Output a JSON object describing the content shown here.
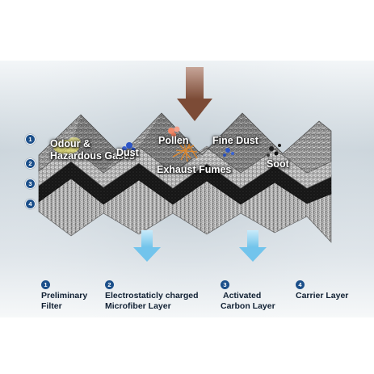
{
  "particles": {
    "odour": "Odour &",
    "hazardous": "Hazardous Gases",
    "dust": "Dust",
    "pollen": "Pollen",
    "fine_dust": "Fine Dust",
    "exhaust": "Exhaust Fumes",
    "soot": "Soot"
  },
  "layer_numbers": [
    "1",
    "2",
    "3",
    "4"
  ],
  "legend": [
    {
      "number": "1",
      "line1": "Preliminary",
      "line2": "Filter"
    },
    {
      "number": "2",
      "line1": "Electrostaticly charged",
      "line2": "Microfiber Layer"
    },
    {
      "number": "3",
      "line1": "Activated",
      "line2": "Carbon Layer"
    },
    {
      "number": "4",
      "line1": "Carrier Layer",
      "line2": ""
    }
  ],
  "colors": {
    "airflow_in": "#8a5a44",
    "airflow_out": "#8fd0f0",
    "badge": "#1b4f8a",
    "carbon": "#1c1c1c"
  },
  "icons": [
    "airflow-down-arrow-icon",
    "clean-air-arrow-icon"
  ]
}
